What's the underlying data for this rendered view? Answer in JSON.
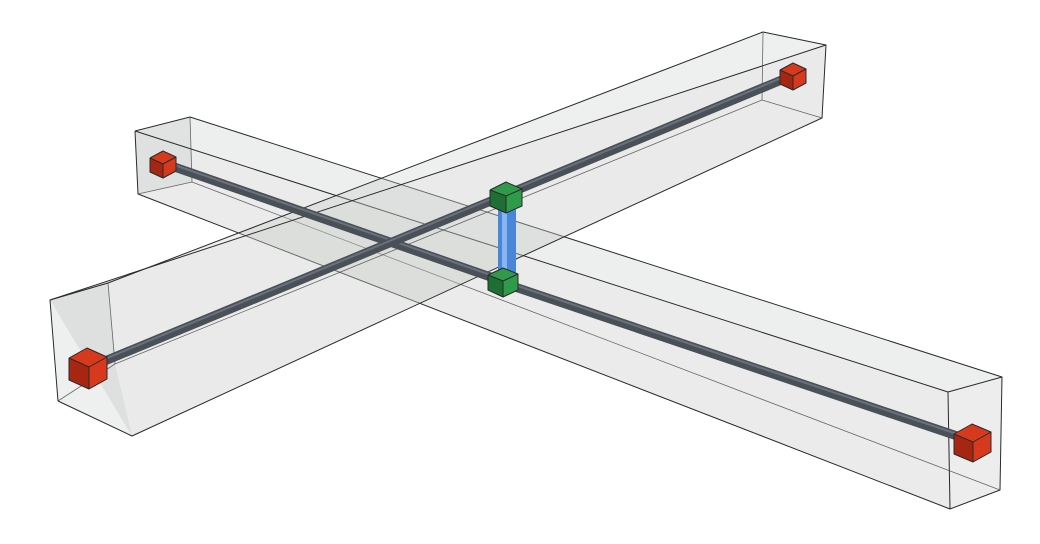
{
  "colors": {
    "background": "#ffffff",
    "beam_fill": "#c8cac9",
    "beam_edge": "#2a2a2a",
    "rod": "#4a5058",
    "rod_highlight": "#6a717b",
    "end_block": "#d7391d",
    "end_block_dark": "#a62611",
    "junction_block": "#2f9a4a",
    "junction_block_dark": "#1e6f33",
    "connector": "#4a86d8",
    "connector_light": "#8ab4f0"
  },
  "icons": {
    "end_markers": "cube",
    "junction_markers": "cube",
    "link": "vertical-cylinder"
  }
}
